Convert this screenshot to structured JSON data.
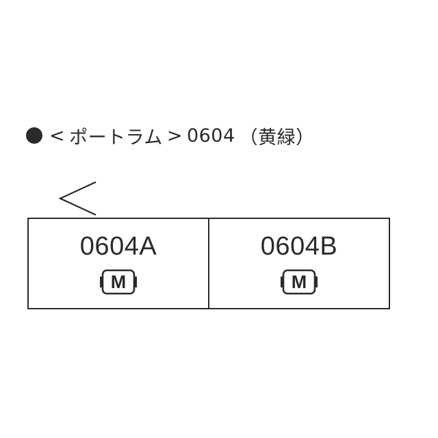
{
  "heading": {
    "open_bracket": "<",
    "series_name": "ポートラム",
    "close_bracket": ">",
    "car_number": "0604",
    "livery": "（黄緑）"
  },
  "formation": {
    "cars": [
      {
        "label": "0604A",
        "badge": "M"
      },
      {
        "label": "0604B",
        "badge": "M"
      }
    ]
  },
  "colors": {
    "line": "#2a2a2a",
    "background": "#ffffff"
  },
  "icons": [
    "bullet-icon",
    "direction-arrow-icon",
    "motor-badge-icon"
  ]
}
